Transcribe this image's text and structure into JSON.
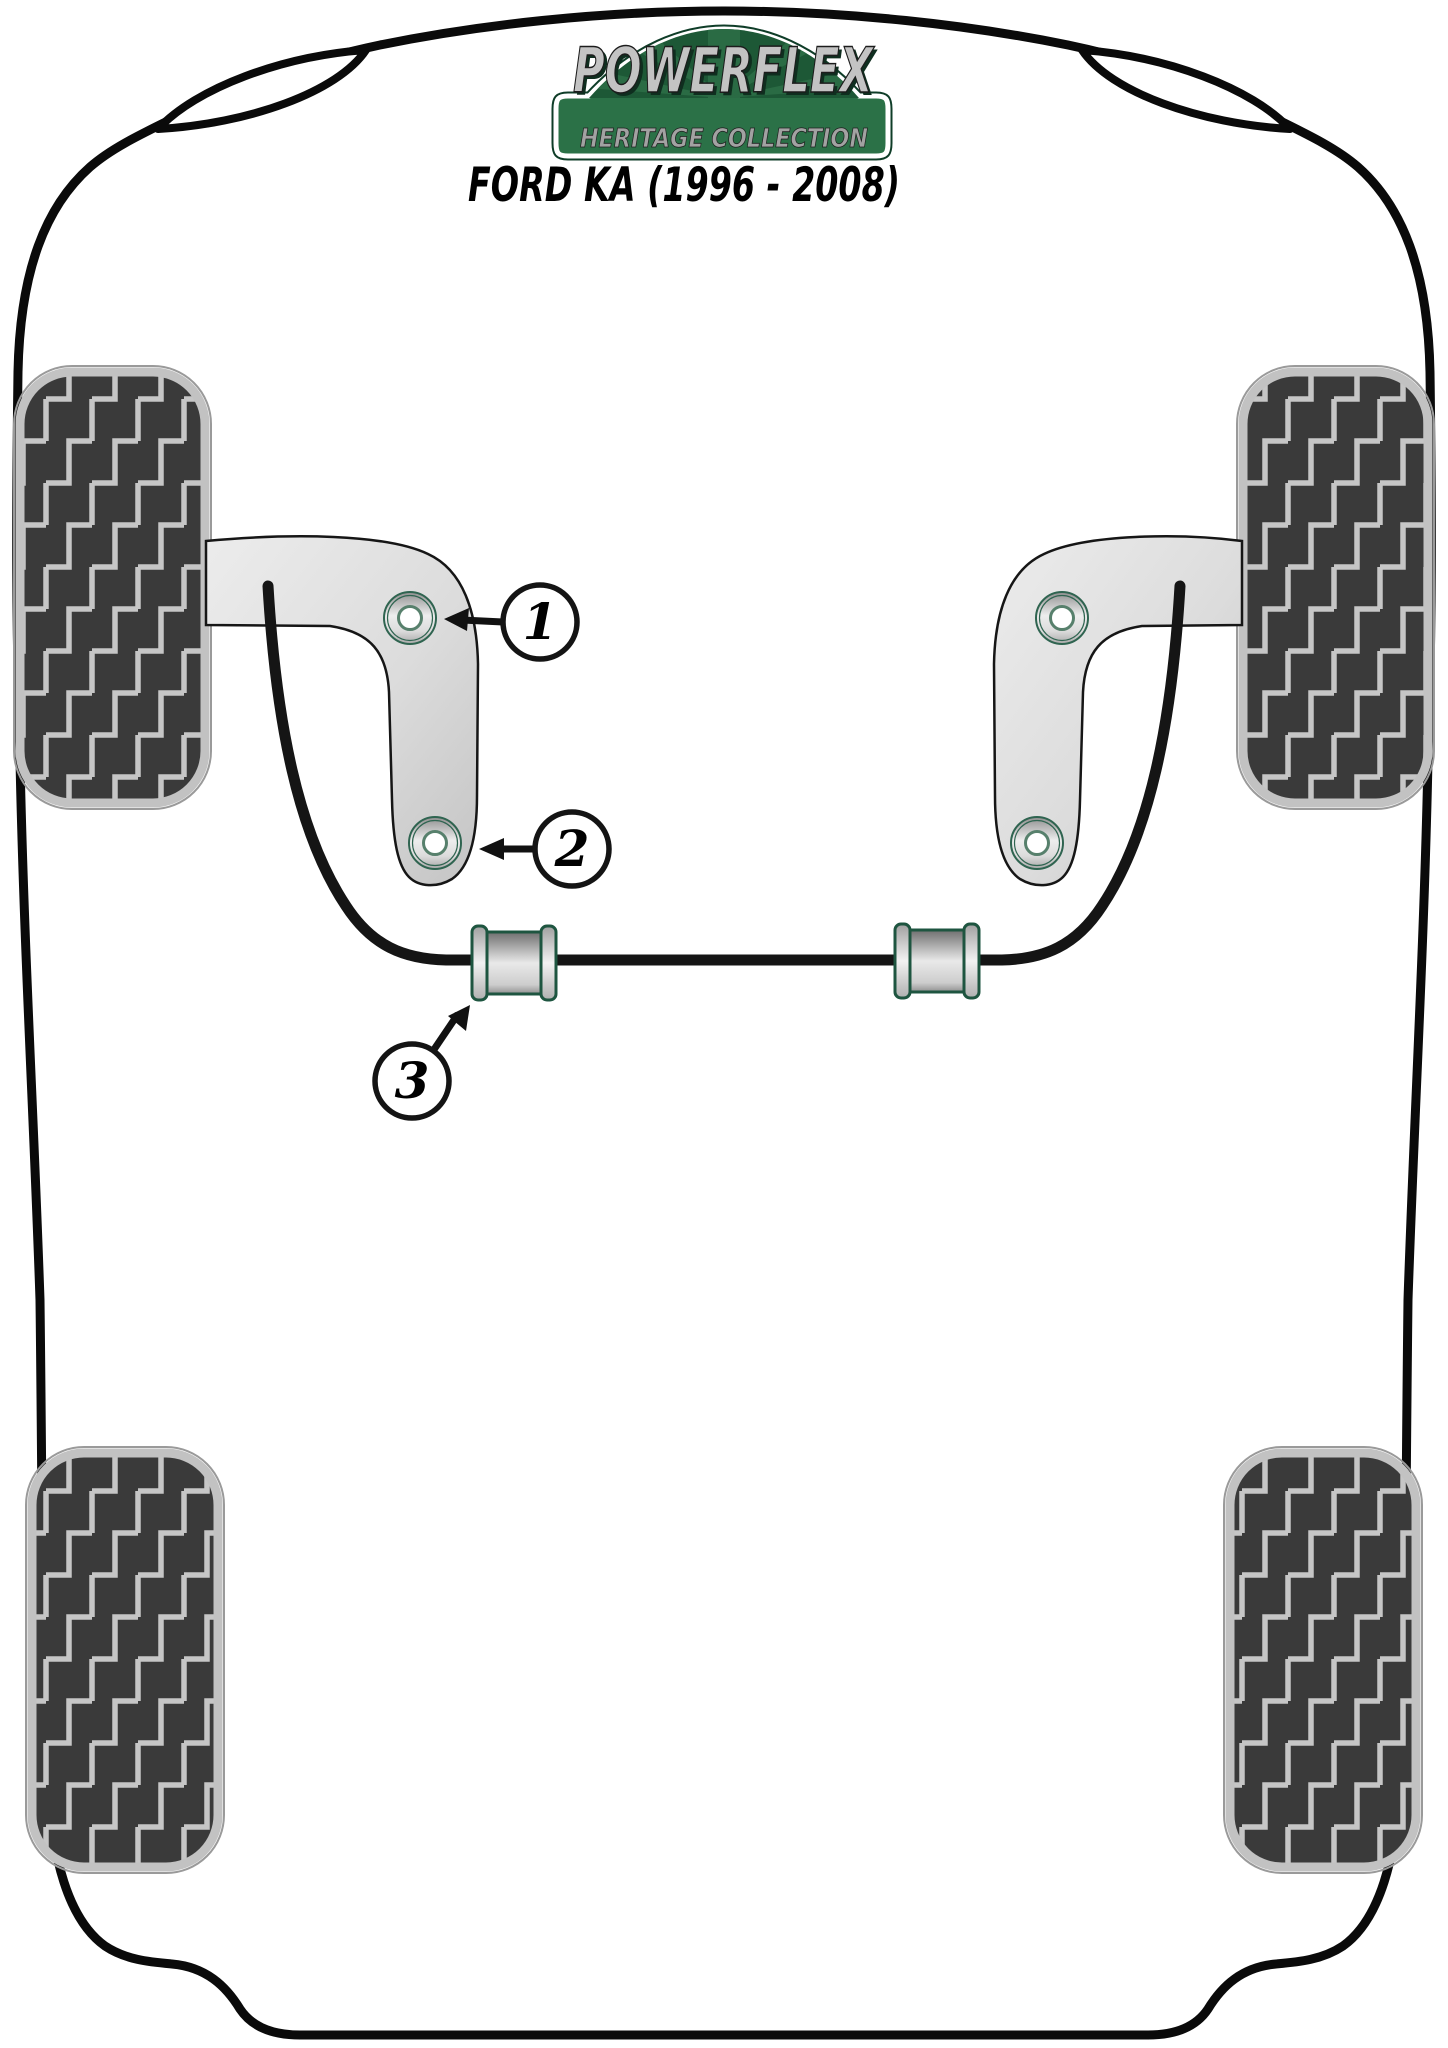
{
  "logo": {
    "brand": "POWERFLEX",
    "collection": "HERITAGE COLLECTION"
  },
  "header": {
    "title": "FORD KA (1996 - 2008)"
  },
  "callouts": [
    {
      "number": "1"
    },
    {
      "number": "2"
    },
    {
      "number": "3"
    }
  ],
  "colors": {
    "logo_green": "#2b7147",
    "logo_arch_green": "#1d5836",
    "logo_ray_green": "#2a6b44",
    "logo_border_dark": "#0f3d28",
    "logo_text_silver": "#c3c3c3",
    "collection_text_gray": "#a2a2a2",
    "outline_black": "#141414",
    "bush_ring_green": "#1e5540",
    "arm_gray_light": "#e8e8e8",
    "arm_gray_dark": "#c9c9c9",
    "tread_dark": "#3a3a3a",
    "tread_light": "#c6c6c6",
    "rim_gray": "#c2c2c2",
    "title_black": "#000000"
  }
}
